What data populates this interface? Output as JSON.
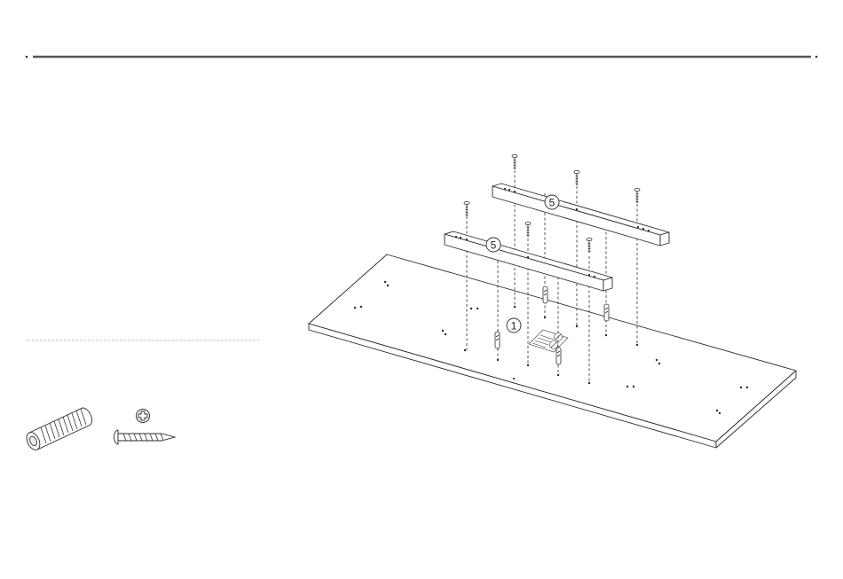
{
  "page": {
    "step_number": "",
    "colors": {
      "ink": "#2b2b2b",
      "rule": "#555555",
      "panel_fill": "#ffffff",
      "dotted": "#9a9a9a"
    }
  },
  "diagram": {
    "parts": [
      {
        "id": "panel",
        "callout": "1"
      },
      {
        "id": "rail-back",
        "callout": "5"
      },
      {
        "id": "rail-front",
        "callout": "5"
      }
    ],
    "hardware_legend": {
      "items": [
        {
          "name": "wooden-dowel-icon"
        },
        {
          "name": "phillips-screwdriver-icon"
        },
        {
          "name": "wood-screw-icon"
        }
      ]
    }
  }
}
